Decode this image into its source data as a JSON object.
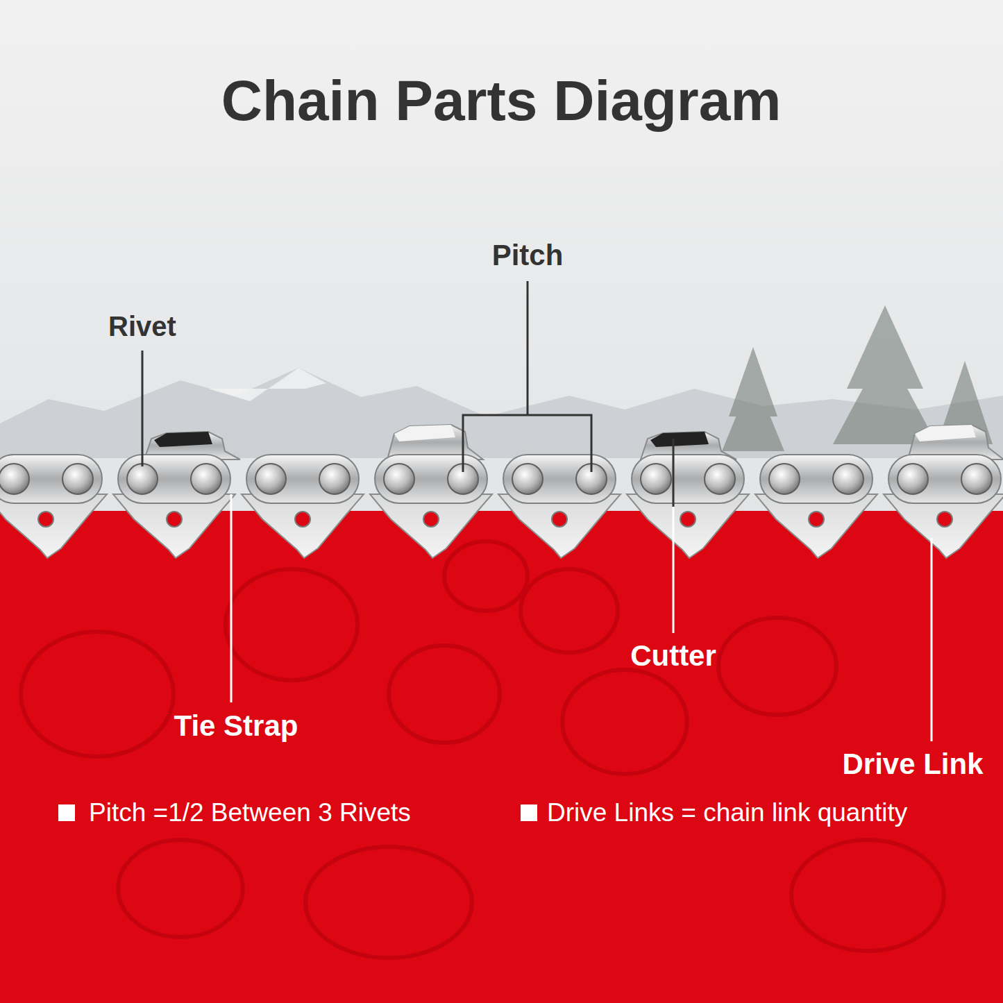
{
  "diagram": {
    "title": "Chain Parts Diagram",
    "labels": [
      "Pitch",
      "Rivet",
      "Cutter",
      "Tie Strap",
      "Drive Link",
      "Pitch =1/2 Between 3 Rivets",
      "Drive Links = chain link quantity"
    ]
  }
}
